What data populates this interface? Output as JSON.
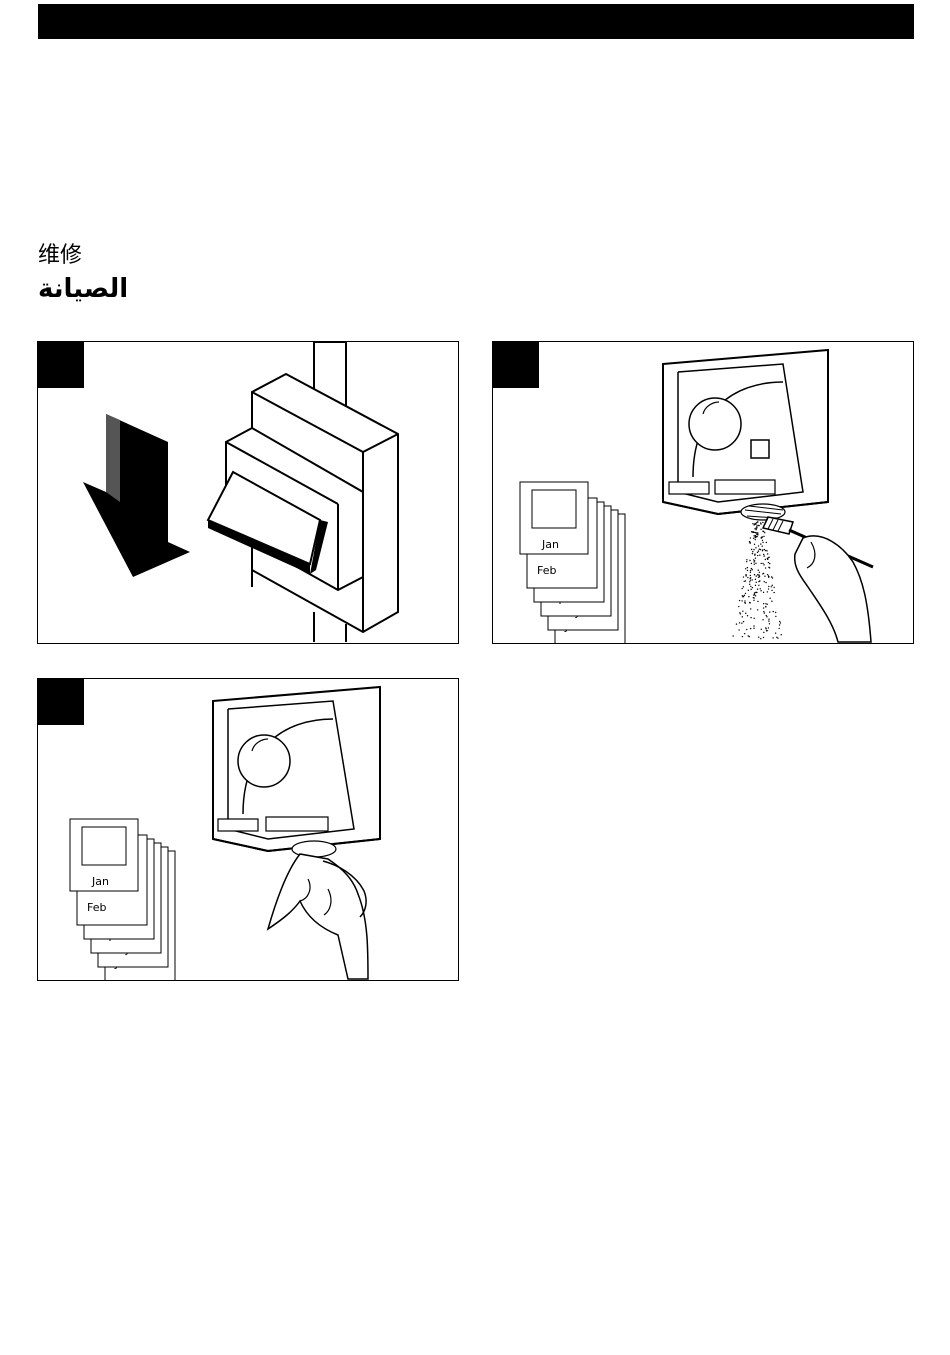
{
  "section": {
    "heading_zh": "维修",
    "heading_ar": "الصيانة"
  },
  "panels": [
    {
      "id": "step-1"
    },
    {
      "id": "step-2",
      "calendar": [
        "Jan",
        "Feb",
        "Mar",
        "Apr",
        "May",
        "Jun"
      ]
    },
    {
      "id": "step-3",
      "calendar": [
        "Jan",
        "Feb",
        "Mar",
        "Apr",
        "May",
        "Jun"
      ]
    }
  ]
}
